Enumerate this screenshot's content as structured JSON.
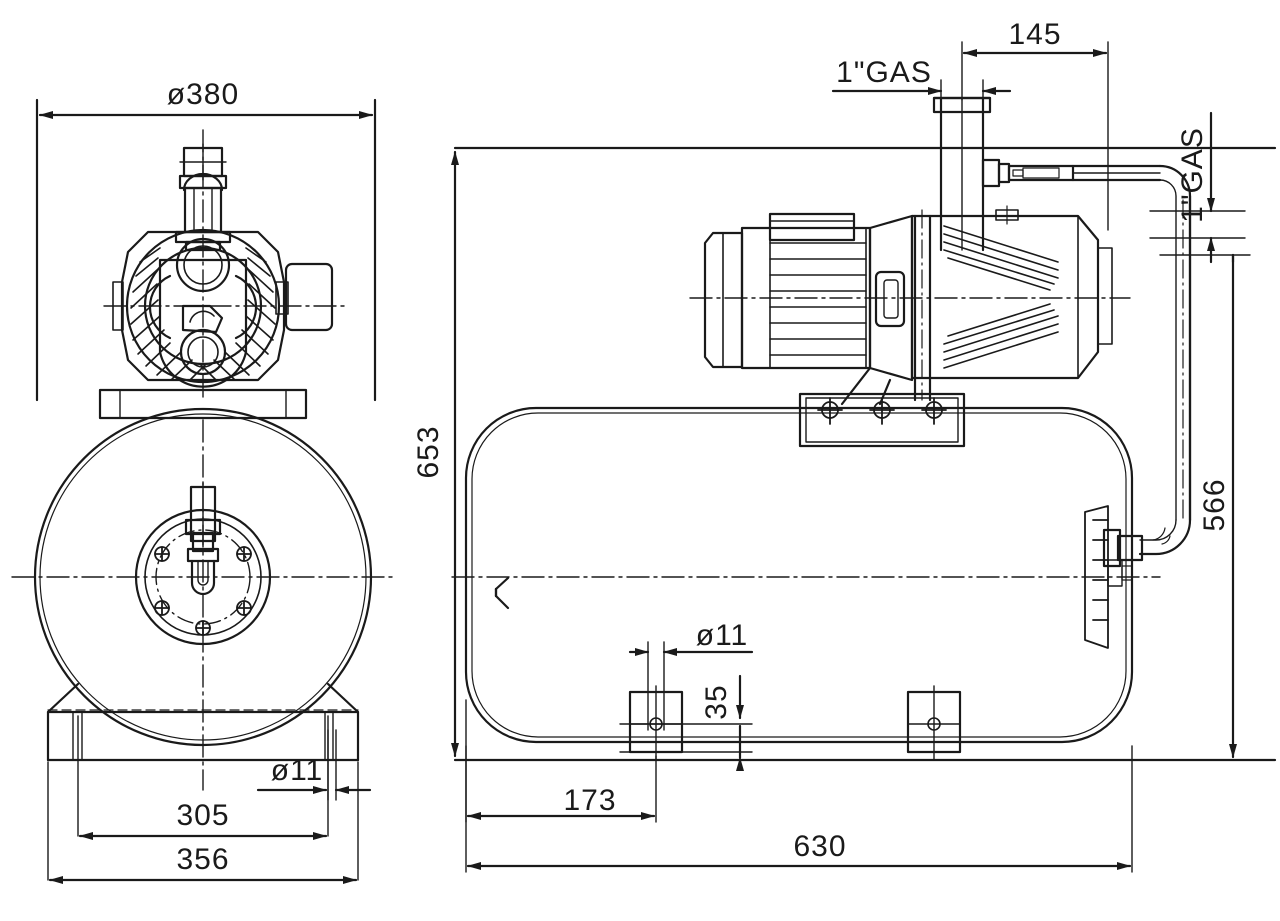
{
  "drawing": {
    "title": "Pump with pressure vessel - dimensioned technical drawing",
    "stroke_color": "#1a1a1a",
    "background_color": "#ffffff",
    "units": "mm",
    "views": [
      {
        "name": "front-view",
        "label": ""
      },
      {
        "name": "side-view",
        "label": ""
      }
    ]
  },
  "dimensions": {
    "front": {
      "diameter_overall": "ø380",
      "bolt_spacing": "305",
      "base_width": "356",
      "hole_diameter": "ø11"
    },
    "side": {
      "port_offset": "145",
      "suction_port": "1\"GAS",
      "discharge_port": "1\"GAS",
      "overall_height": "653",
      "discharge_height": "566",
      "foot_offset": "173",
      "overall_length": "630",
      "foot_hole_diameter": "ø11",
      "foot_plate_height": "35"
    }
  }
}
